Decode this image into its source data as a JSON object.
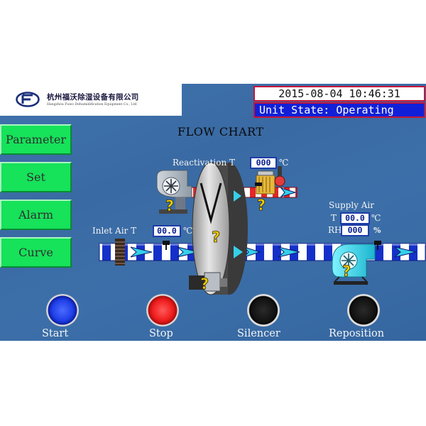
{
  "header": {
    "company_cn": "杭州福沃除湿设备有限公司",
    "company_en": "Hangzhou Fuwo Dehumidification Equipment Co., Ltd",
    "datetime": "2015-08-04 10:46:31",
    "unit_state_label": "Unit State: ",
    "unit_state_value": "Operating"
  },
  "title": "FLOW CHART",
  "nav": [
    "Parameter",
    "Set",
    "Alarm",
    "Curve"
  ],
  "reactivation": {
    "label": "Reactivation T",
    "value": "000",
    "unit": "℃"
  },
  "inlet_air": {
    "label": "Inlet Air T",
    "value": "00.0",
    "unit": "℃"
  },
  "supply_air": {
    "label": "Supply Air",
    "t_label": "T",
    "t_value": "00.0",
    "t_unit": "℃",
    "rh_label": "RH",
    "rh_value": "000",
    "rh_unit": "%"
  },
  "controls": [
    {
      "label": "Start",
      "color": "#1f3fe8"
    },
    {
      "label": "Stop",
      "color": "#ef1c1c"
    },
    {
      "label": "Silencer",
      "color": "#111111"
    },
    {
      "label": "Reposition",
      "color": "#111111"
    }
  ],
  "unknown_status_icon": "question-mark-icon"
}
